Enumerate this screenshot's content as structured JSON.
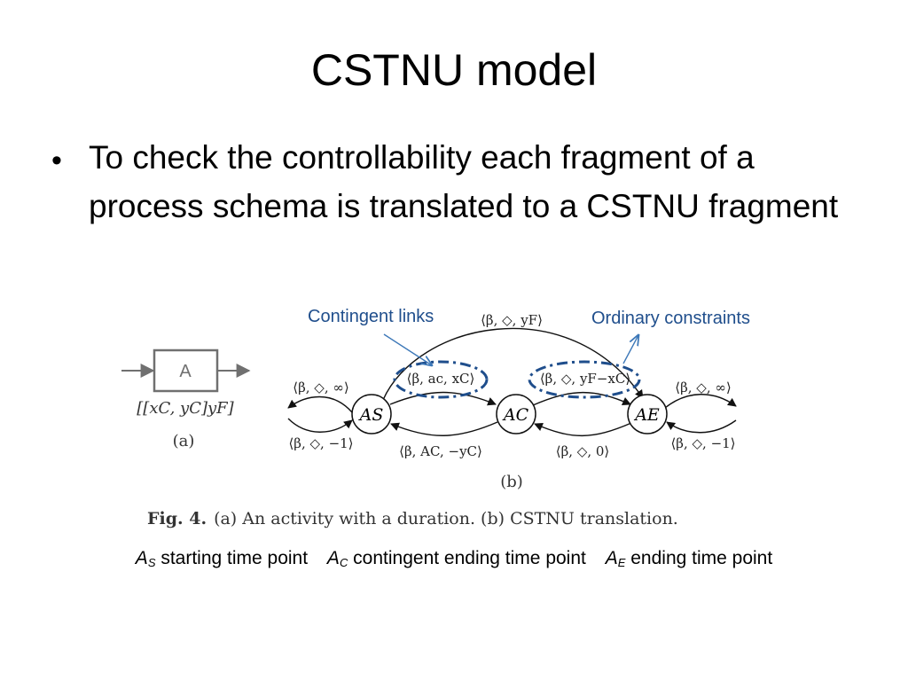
{
  "slide": {
    "title": "CSTNU model",
    "bullet": "To check the controllability each fragment of a process schema is translated to a CSTNU fragment"
  },
  "figure": {
    "annotations": {
      "contingent": "Contingent links",
      "ordinary": "Ordinary constraints"
    },
    "panel_a": {
      "box_label": "A",
      "formula": "[[xC, yC]yF]",
      "caption": "(a)"
    },
    "panel_b": {
      "nodes": {
        "as": "AS",
        "ac": "AC",
        "ae": "AE"
      },
      "edge_labels": {
        "top_arc": "⟨β, ◇, yF⟩",
        "left_out": "⟨β, ◇, ∞⟩",
        "left_in": "⟨β, ◇, −1⟩",
        "as_ac_top": "⟨β, ac, xC⟩",
        "as_ac_bottom": "⟨β, AC, −yC⟩",
        "ac_ae_top": "⟨β, ◇, yF−xC⟩",
        "ac_ae_bottom": "⟨β, ◇, 0⟩",
        "right_out": "⟨β, ◇, ∞⟩",
        "right_in": "⟨β, ◇, −1⟩"
      },
      "caption": "(b)"
    },
    "fig_caption_bold": "Fig. 4.",
    "fig_caption_rest": "(a) An activity with a duration. (b) CSTNU translation."
  },
  "legend": [
    {
      "symbol": "A",
      "sub": "S",
      "text": "starting time point"
    },
    {
      "symbol": "A",
      "sub": "C",
      "text": "contingent ending time point"
    },
    {
      "symbol": "A",
      "sub": "E",
      "text": "ending time point"
    }
  ],
  "colors": {
    "annotation": "#1f4e8c",
    "dash_ellipse": "#1f4e8c",
    "arrow_blue": "#3d78b8",
    "box_gray": "#707070"
  }
}
